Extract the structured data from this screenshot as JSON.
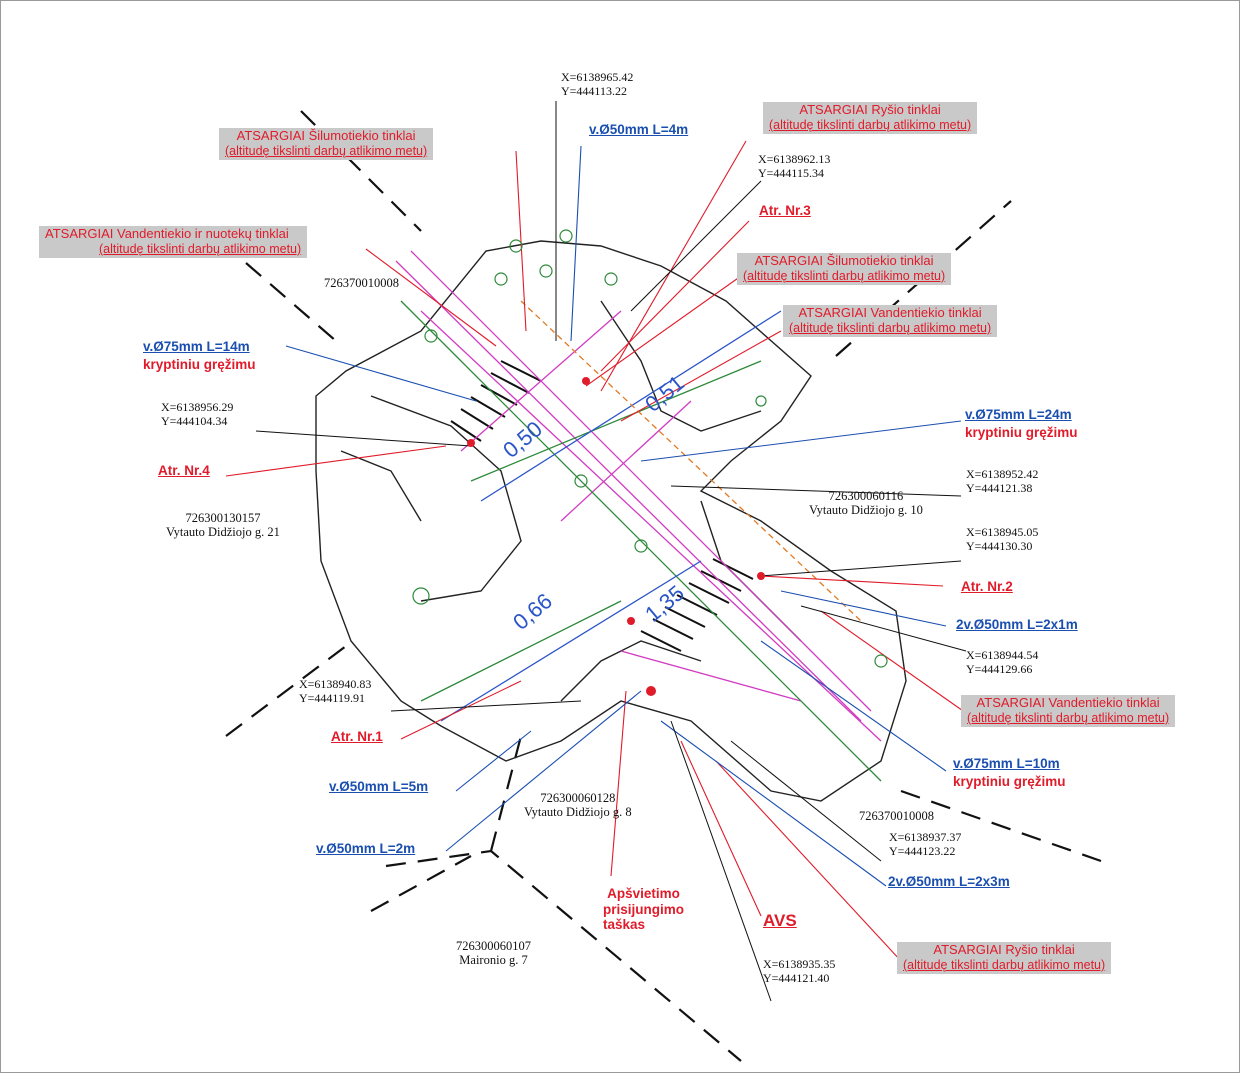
{
  "colors": {
    "warning_text": "#e01b2a",
    "warning_bg": "#c9c9c9",
    "pipe_text": "#1a4fb0",
    "coordinate_text": "#111111"
  },
  "warnings": [
    {
      "id": "silumos-top",
      "title": "ATSARGIAI  Šilumotiekio tinklai",
      "note": "(altitudę tikslinti darbų atlikimo metu)"
    },
    {
      "id": "rysio-top",
      "title": "ATSARGIAI  Ryšio tinklai",
      "note": "(altitudę tikslinti darbų atlikimo metu)"
    },
    {
      "id": "vanden-nuotek",
      "title": "ATSARGIAI  Vandentiekio ir nuotekų tinklai",
      "note": "(altitudę tikslinti darbų atlikimo metu)"
    },
    {
      "id": "silumos-right",
      "title": "ATSARGIAI  Šilumotiekio tinklai",
      "note": "(altitudę tikslinti darbų atlikimo metu)"
    },
    {
      "id": "vanden-right",
      "title": "ATSARGIAI  Vandentiekio tinklai",
      "note": "(altitudę tikslinti darbų atlikimo metu)"
    },
    {
      "id": "vanden-lower",
      "title": "ATSARGIAI  Vandentiekio tinklai",
      "note": "(altitudę tikslinti darbų atlikimo metu)"
    },
    {
      "id": "rysio-bottom",
      "title": "ATSARGIAI  Ryšio tinklai",
      "note": "(altitudę tikslinti darbų atlikimo metu)"
    }
  ],
  "coordinates": [
    {
      "x": "X=6138965.42",
      "y": "Y=444113.22"
    },
    {
      "x": "X=6138962.13",
      "y": "Y=444115.34"
    },
    {
      "x": "X=6138956.29",
      "y": "Y=444104.34"
    },
    {
      "x": "X=6138952.42",
      "y": "Y=444121.38"
    },
    {
      "x": "X=6138945.05",
      "y": "Y=444130.30"
    },
    {
      "x": "X=6138944.54",
      "y": "Y=444129.66"
    },
    {
      "x": "X=6138940.83",
      "y": "Y=444119.91"
    },
    {
      "x": "X=6138937.37",
      "y": "Y=444123.22"
    },
    {
      "x": "X=6138935.35",
      "y": "Y=444121.40"
    }
  ],
  "parcels": [
    {
      "id": "726370010008",
      "address": ""
    },
    {
      "id": "726300130157",
      "address": "Vytauto Didžiojo g. 21"
    },
    {
      "id": "726300060116",
      "address": "Vytauto Didžiojo g. 10"
    },
    {
      "id": "726300060128",
      "address": "Vytauto Didžiojo g. 8"
    },
    {
      "id": "726370010008",
      "address": ""
    },
    {
      "id": "726300060107",
      "address": "Maironio g. 7"
    }
  ],
  "pipes": {
    "p50_4": "v.Ø50mm L=4m",
    "p75_14": "v.Ø75mm L=14m",
    "p75_24": "v.Ø75mm L=24m",
    "p2x50_1": "2v.Ø50mm L=2x1m",
    "p75_10": "v.Ø75mm L=10m",
    "p50_5": "v.Ø50mm L=5m",
    "p50_2": "v.Ø50mm L=2m",
    "p2x50_3": "2v.Ø50mm L=2x3m",
    "drilling": "kryptiniu gręžimu"
  },
  "markers": {
    "atr3": "Atr. Nr.3",
    "atr4": "Atr. Nr.4",
    "atr2": "Atr. Nr.2",
    "atr1": "Atr. Nr.1",
    "avs": "AVS",
    "apsv1": "Apšvietimo",
    "apsv2": "prisijungimo",
    "apsv3": "taškas"
  },
  "plan_values": [
    "0,51",
    "0,66",
    "0,50",
    "1,35"
  ]
}
